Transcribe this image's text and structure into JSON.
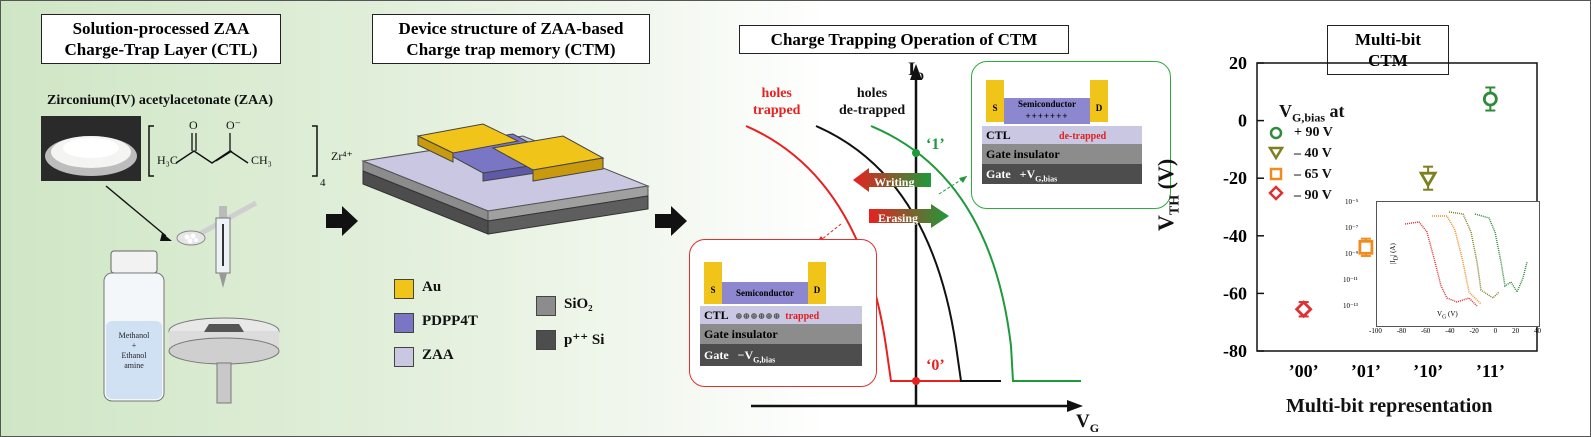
{
  "panel1": {
    "title_line1": "Solution-processed ZAA",
    "title_line2": "Charge-Trap Layer (CTL)",
    "chemical_name": "Zirconium(IV) acetylacetonate (ZAA)",
    "formula_h3c": "H₃C",
    "formula_ch3": "CH₃",
    "formula_o": "O",
    "formula_ominus": "O⁻",
    "formula_sub4": "4",
    "formula_zr": "Zr⁴⁺",
    "vial_text_line1": "Methanol",
    "vial_text_line2": "+",
    "vial_text_line3": "Ethanol",
    "vial_text_line4": "amine"
  },
  "panel2": {
    "title_line1": "Device structure of ZAA-based",
    "title_line2": "Charge trap memory (CTM)",
    "legend": [
      {
        "label": "Au",
        "color": "#f0c419"
      },
      {
        "label": "PDPP4T",
        "color": "#7a76c4"
      },
      {
        "label": "ZAA",
        "color": "#c9c7e2"
      },
      {
        "label": "SiO₂",
        "color": "#8c8c8c"
      },
      {
        "label": "p⁺⁺ Si",
        "color": "#4d4d4d"
      }
    ]
  },
  "panel3": {
    "title": "Charge Trapping Operation of CTM",
    "axis_y": "I",
    "axis_y_sub": "D",
    "axis_x": "V",
    "axis_x_sub": "G",
    "holes_trapped_line1": "holes",
    "holes_trapped_line2": "trapped",
    "holes_detrapped_line1": "holes",
    "holes_detrapped_line2": "de-trapped",
    "state_one": "‘1’",
    "state_zero": "‘0’",
    "writing": "Writing",
    "erasing": "Erasing",
    "inset_top": {
      "s": "S",
      "d": "D",
      "semiconductor": "Semiconductor",
      "charges": "+++++++",
      "ctl": "CTL",
      "state": "de-trapped",
      "gate_insulator": "Gate insulator",
      "gate": "Gate",
      "gate_bias": "+V",
      "gate_bias_sub": "G,bias"
    },
    "inset_bottom": {
      "s": "S",
      "d": "D",
      "semiconductor": "Semiconductor",
      "charges": "⊕⊕⊕⊕⊕⊕",
      "ctl": "CTL",
      "state": "trapped",
      "gate_insulator": "Gate insulator",
      "gate": "Gate",
      "gate_bias": "−V",
      "gate_bias_sub": "G,bias"
    }
  },
  "panel4": {
    "title": "Multi-bit CTM",
    "legend_title": "V",
    "legend_title_sub": "G,bias",
    "legend_title_suffix": " at",
    "colors": {
      "p90": "#2e8b3a",
      "m40": "#7f7f1f",
      "m65": "#f08c1e",
      "m90": "#e03030"
    },
    "inset_y_label": "|I",
    "inset_y_label_sub": "D",
    "inset_y_label_suffix": "| (A)",
    "inset_x_label": "V",
    "inset_x_label_sub": "G",
    "inset_x_label_suffix": " (V)",
    "inset_y_ticks": [
      "10⁻⁵",
      "10⁻⁷",
      "10⁻⁹",
      "10⁻¹¹",
      "10⁻¹³"
    ],
    "inset_x_ticks": [
      "-100",
      "-80",
      "-60",
      "-40",
      "-20",
      "0",
      "20",
      "40"
    ]
  },
  "chart_data": {
    "type": "scatter",
    "title": "Multi-bit CTM",
    "xlabel": "Multi-bit representation",
    "ylabel": "V",
    "ylabel_sub": "TH",
    "ylabel_suffix": " (V)",
    "categories": [
      "’00’",
      "’01’",
      "’10’",
      "’11’"
    ],
    "y_ticks": [
      "20",
      "0",
      "-20",
      "-40",
      "-60",
      "-80"
    ],
    "ylim": [
      -80,
      20
    ],
    "series": [
      {
        "name": "+ 90 V",
        "color": "#2e8b3a",
        "marker": "circle",
        "x_index": 3,
        "y": 7.5,
        "err": 4
      },
      {
        "name": "– 40 V",
        "color": "#7f7f1f",
        "marker": "triangle-down",
        "x_index": 2,
        "y": -20,
        "err": 4
      },
      {
        "name": "– 65 V",
        "color": "#f08c1e",
        "marker": "square",
        "x_index": 1,
        "y": -44,
        "err": 3
      },
      {
        "name": "– 90 V",
        "color": "#e03030",
        "marker": "diamond",
        "x_index": 0,
        "y": -65.5,
        "err": 2.5
      }
    ]
  }
}
